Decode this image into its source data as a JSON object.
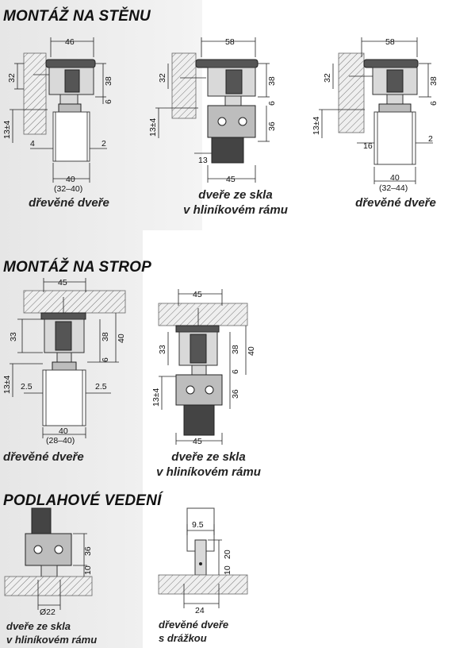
{
  "sections": {
    "wall_mount": "MONTÁŽ NA STĚNU",
    "ceiling_mount": "MONTÁŽ NA STROP",
    "floor_guide": "PODLAHOVÉ VEDENÍ"
  },
  "wall": {
    "fig1": {
      "d_top": "46",
      "d_left": "32",
      "d_right": "38",
      "d_6": "6",
      "d_13": "13±4",
      "d_4": "4",
      "d_2": "2",
      "d_bottom": "40",
      "d_range": "(32–40)",
      "caption": "dřevěné dveře"
    },
    "fig2": {
      "d_top": "58",
      "d_left": "32",
      "d_right": "38",
      "d_6": "6",
      "d_36": "36",
      "d_13v": "13±4",
      "d_13": "13",
      "d_45": "45",
      "caption_1": "dveře ze skla",
      "caption_2": "v hliníkovém rámu"
    },
    "fig3": {
      "d_top": "58",
      "d_left": "32",
      "d_right": "38",
      "d_6": "6",
      "d_13": "13±4",
      "d_16": "16",
      "d_2": "2",
      "d_bottom": "40",
      "d_range": "(32–44)",
      "caption": "dřevěné dveře"
    }
  },
  "ceiling": {
    "fig1": {
      "d_top": "45",
      "d_33": "33",
      "d_38": "38",
      "d_40": "40",
      "d_6": "6",
      "d_13": "13±4",
      "d_25l": "2.5",
      "d_25r": "2.5",
      "d_bottom": "40",
      "d_range": "(28–40)",
      "caption": "dřevěné dveře"
    },
    "fig2": {
      "d_top": "45",
      "d_33": "33",
      "d_38": "38",
      "d_40": "40",
      "d_6": "6",
      "d_36": "36",
      "d_13": "13±4",
      "d_45": "45",
      "caption_1": "dveře ze skla",
      "caption_2": "v hliníkovém rámu"
    }
  },
  "floor": {
    "fig1": {
      "d_36": "36",
      "d_10": "10",
      "d_22": "Ø22",
      "caption_1": "dveře ze skla",
      "caption_2": "v hliníkovém rámu"
    },
    "fig2": {
      "d_95": "9.5",
      "d_20": "20",
      "d_10": "10",
      "d_24": "24",
      "caption_1": "dřevěné dveře",
      "caption_2": "s drážkou"
    }
  }
}
